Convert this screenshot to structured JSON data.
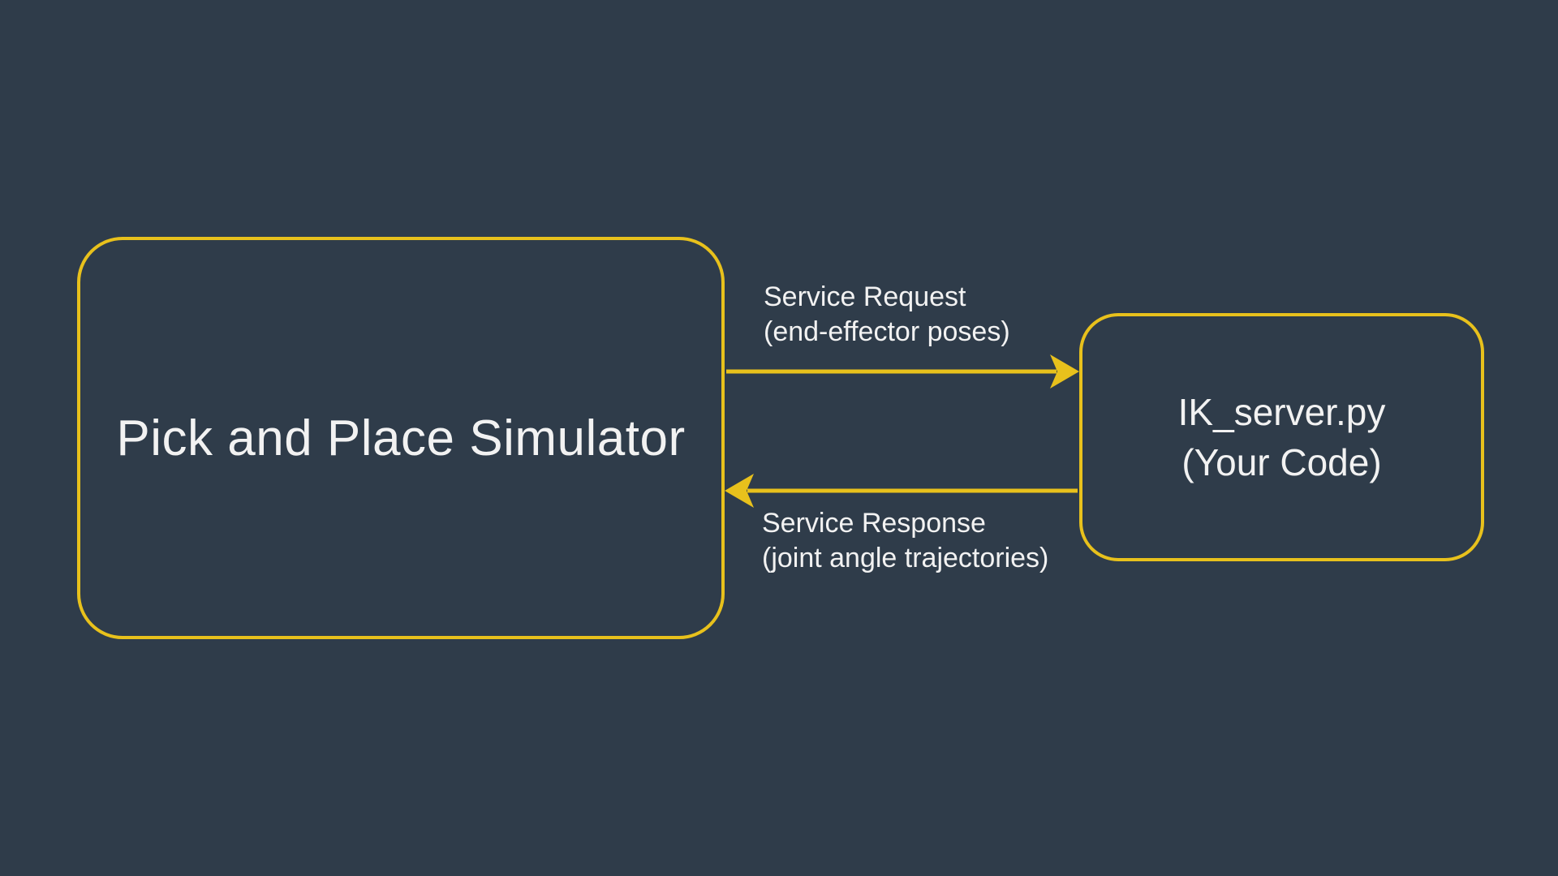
{
  "colors": {
    "background": "#2f3c4a",
    "accent": "#e8c11c",
    "text": "#f2f2f2"
  },
  "diagram": {
    "left_node": {
      "label": "Pick and Place Simulator"
    },
    "right_node": {
      "line1": "IK_server.py",
      "line2": "(Your Code)"
    },
    "request_edge": {
      "line1": "Service Request",
      "line2": "(end-effector poses)",
      "direction": "left-to-right"
    },
    "response_edge": {
      "line1": "Service Response",
      "line2": "(joint angle trajectories)",
      "direction": "right-to-left"
    }
  }
}
